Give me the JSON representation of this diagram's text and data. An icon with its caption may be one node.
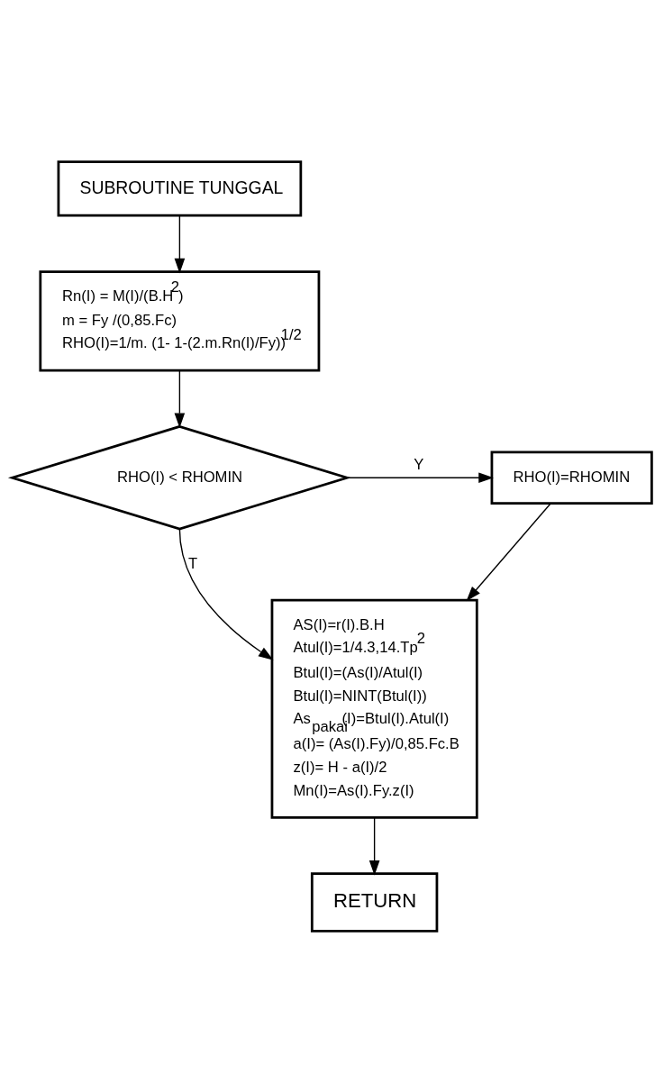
{
  "diagram": {
    "nodes": [
      {
        "text": [
          "SUBROUTINE TUNGGAL"
        ]
      },
      {
        "text": [
          "Rn(I) = M(I)/(B.H$^{2}$)",
          "m = Fy /(0,85.Fc)",
          "RHO(I)=1/m. (1- 1-(2.m.Rn(I)/Fy))$^{1/2}$"
        ]
      },
      {
        "text": [
          "RHO(I) < RHOMIN"
        ]
      },
      {
        "text": [
          "RHO(I)=RHOMIN"
        ]
      },
      {
        "text": [
          "AS(I)=r(I).B.H",
          "Atul(I)=1/4.3,14.Tp$^{2}$",
          "Btul(I)=(As(I)/Atul(I)",
          "Btul(I)=NINT(Btul(I))",
          "As$_{pakai}$(I)=Btul(I).Atul(I)",
          "a(I)= (As(I).Fy)/0,85.Fc.B",
          "z(I)= H - a(I)/2",
          "Mn(I)=As(I).Fy.z(I)"
        ]
      },
      {
        "text": [
          "RETURN"
        ]
      }
    ],
    "edges": [
      {
        "from": 0,
        "to": 1,
        "arrow": "to"
      },
      {
        "from": 1,
        "to": 2,
        "arrow": "to"
      },
      {
        "from": 2,
        "to": 3,
        "arrow": "to",
        "label": "Y"
      },
      {
        "from": 2,
        "to": 4,
        "arrow": "to",
        "label": "T"
      },
      {
        "from": 3,
        "to": 4,
        "arrow": "to"
      },
      {
        "from": 4,
        "to": 5,
        "arrow": "to"
      }
    ]
  }
}
